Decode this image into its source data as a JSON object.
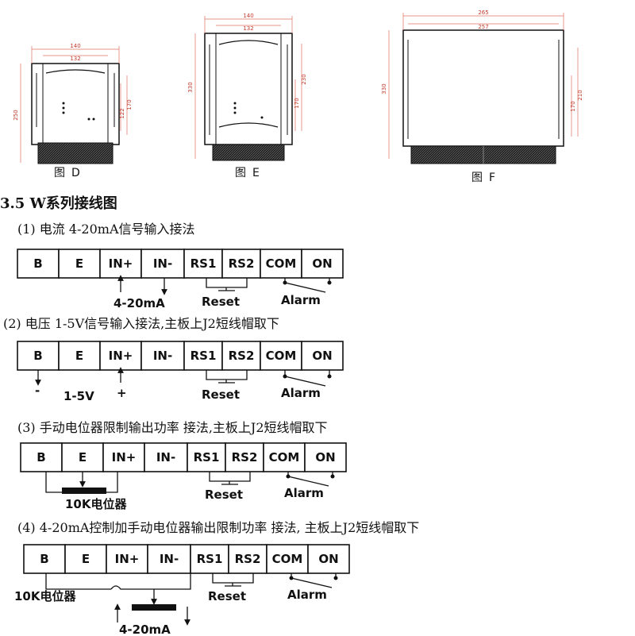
{
  "enclosures": [
    {
      "caption_prefix": "图",
      "caption_letter": "D",
      "w_outer": "140",
      "w_inner": "132",
      "h_total": "250",
      "h_mid": "170",
      "h_inner": "122"
    },
    {
      "caption_prefix": "图",
      "caption_letter": "E",
      "w_outer": "140",
      "w_inner": "132",
      "h_total": "330",
      "h_mid": "230",
      "h_inner": "170"
    },
    {
      "caption_prefix": "图",
      "caption_letter": "F",
      "w_outer": "265",
      "w_inner": "257",
      "h_total": "330",
      "h_mid": "210",
      "h_inner": "170"
    }
  ],
  "section_title": "3.5 W系列接线图",
  "terminals": [
    "B",
    "E",
    "IN+",
    "IN-",
    "RS1",
    "RS2",
    "COM",
    "ON"
  ],
  "common_labels": {
    "reset": "Reset",
    "alarm": "Alarm"
  },
  "diagrams": [
    {
      "heading": "(1) 电流 4-20mA信号输入接法",
      "signal": "4-20mA"
    },
    {
      "heading": "(2) 电压 1-5V信号输入接法,主板上J2短线帽取下",
      "minus": "-",
      "signal": "1-5V",
      "plus": "+"
    },
    {
      "heading": "(3) 手动电位器限制输出功率 接法,主板上J2短线帽取下",
      "pot": "10K电位器"
    },
    {
      "heading": "(4) 4-20mA控制加手动电位器输出限制功率 接法, 主板上J2短线帽取下",
      "pot": "10K电位器",
      "signal": "4-20mA"
    }
  ]
}
